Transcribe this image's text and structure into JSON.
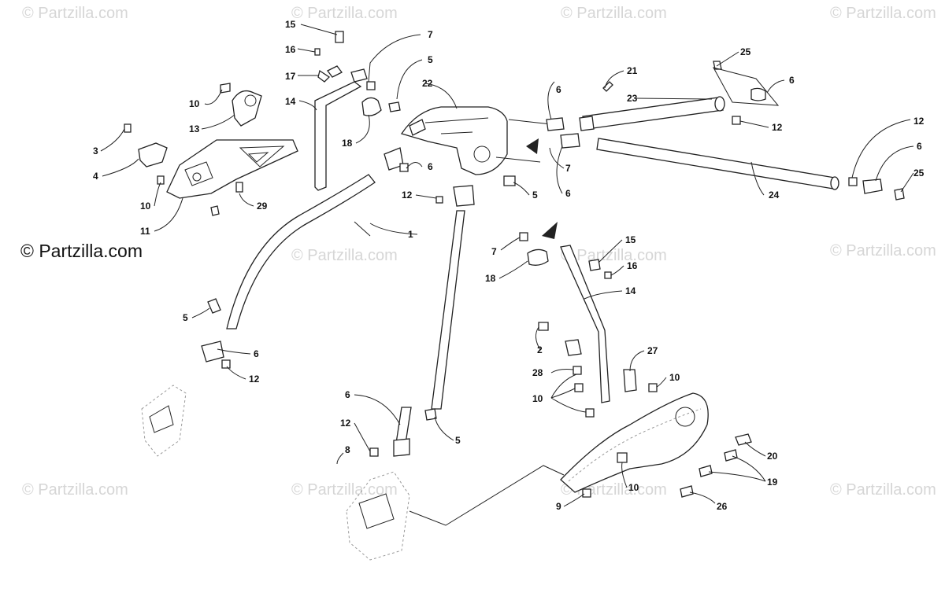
{
  "watermark": {
    "text": "© Partzilla.com",
    "text_dark": "© Partzilla.com"
  },
  "callouts": [
    {
      "id": "c15a",
      "label": "15"
    },
    {
      "id": "c16a",
      "label": "16"
    },
    {
      "id": "c17",
      "label": "17"
    },
    {
      "id": "c7a",
      "label": "7"
    },
    {
      "id": "c5a",
      "label": "5"
    },
    {
      "id": "c14a",
      "label": "14"
    },
    {
      "id": "c10a",
      "label": "10"
    },
    {
      "id": "c13",
      "label": "13"
    },
    {
      "id": "c3",
      "label": "3"
    },
    {
      "id": "c4",
      "label": "4"
    },
    {
      "id": "c10b",
      "label": "10"
    },
    {
      "id": "c11",
      "label": "11"
    },
    {
      "id": "c29",
      "label": "29"
    },
    {
      "id": "c18a",
      "label": "18"
    },
    {
      "id": "c22",
      "label": "22"
    },
    {
      "id": "c6a",
      "label": "6"
    },
    {
      "id": "c12a",
      "label": "12"
    },
    {
      "id": "c5b",
      "label": "5"
    },
    {
      "id": "c7b",
      "label": "7"
    },
    {
      "id": "c6b",
      "label": "6"
    },
    {
      "id": "c21",
      "label": "21"
    },
    {
      "id": "c23",
      "label": "23"
    },
    {
      "id": "c6c",
      "label": "6"
    },
    {
      "id": "c25a",
      "label": "25"
    },
    {
      "id": "c6d",
      "label": "6"
    },
    {
      "id": "c12b",
      "label": "12"
    },
    {
      "id": "c12c",
      "label": "12"
    },
    {
      "id": "c6e",
      "label": "6"
    },
    {
      "id": "c25b",
      "label": "25"
    },
    {
      "id": "c24",
      "label": "24"
    },
    {
      "id": "c1",
      "label": "1"
    },
    {
      "id": "c5c",
      "label": "5"
    },
    {
      "id": "c6f",
      "label": "6"
    },
    {
      "id": "c12d",
      "label": "12"
    },
    {
      "id": "c7c",
      "label": "7"
    },
    {
      "id": "c15b",
      "label": "15"
    },
    {
      "id": "c16b",
      "label": "16"
    },
    {
      "id": "c18b",
      "label": "18"
    },
    {
      "id": "c14b",
      "label": "14"
    },
    {
      "id": "c2",
      "label": "2"
    },
    {
      "id": "c27",
      "label": "27"
    },
    {
      "id": "c28",
      "label": "28"
    },
    {
      "id": "c10c",
      "label": "10"
    },
    {
      "id": "c10d",
      "label": "10"
    },
    {
      "id": "c6g",
      "label": "6"
    },
    {
      "id": "c12e",
      "label": "12"
    },
    {
      "id": "c5d",
      "label": "5"
    },
    {
      "id": "c8",
      "label": "8"
    },
    {
      "id": "c20",
      "label": "20"
    },
    {
      "id": "c19",
      "label": "19"
    },
    {
      "id": "c10e",
      "label": "10"
    },
    {
      "id": "c26",
      "label": "26"
    },
    {
      "id": "c9",
      "label": "9"
    }
  ]
}
